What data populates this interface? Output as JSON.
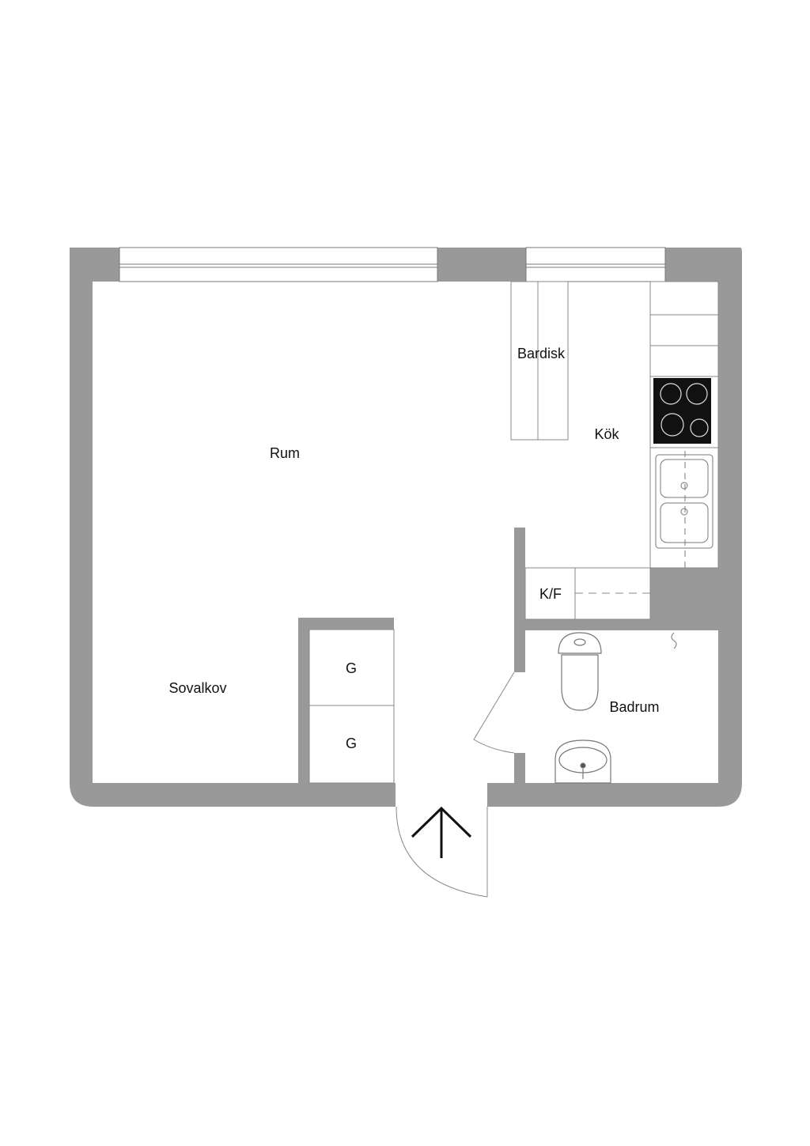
{
  "labels": {
    "rum": "Rum",
    "bardisk": "Bardisk",
    "kok": "Kök",
    "kf": "K/F",
    "sovalkov": "Sovalkov",
    "g_upper": "G",
    "g_lower": "G",
    "badrum": "Badrum"
  },
  "colors": {
    "wall": "#999999",
    "line": "#777777",
    "hob": "#111111",
    "background": "#ffffff"
  },
  "icons": [
    "entrance-arrow-icon",
    "toilet-icon",
    "washbasin-icon",
    "sink-icon",
    "hob-icon",
    "door-swing-icon"
  ]
}
